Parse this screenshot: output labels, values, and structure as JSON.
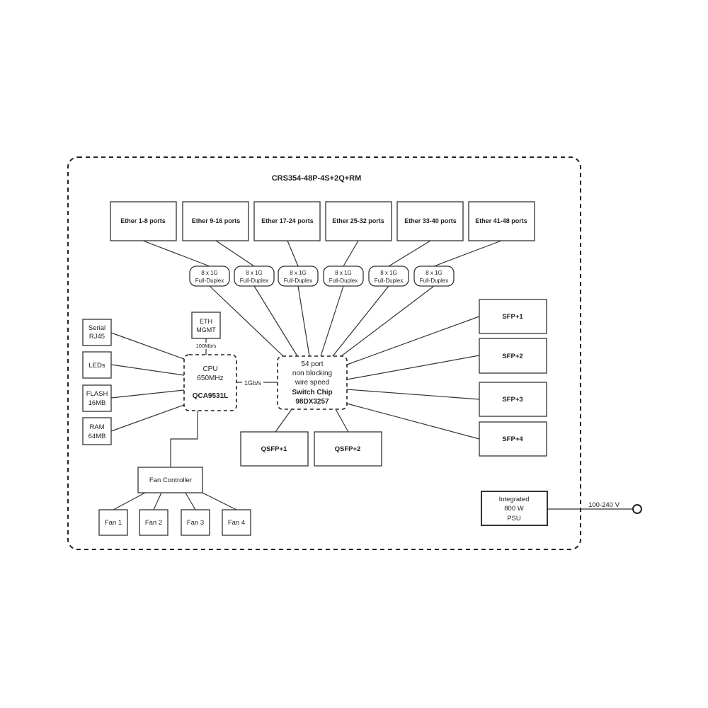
{
  "title": "CRS354-48P-4S+2Q+RM",
  "ether_ports": [
    "Ether 1-8 ports",
    "Ether 9-16 ports",
    "Ether 17-24 ports",
    "Ether 25-32 ports",
    "Ether 33-40 ports",
    "Ether 41-48 ports"
  ],
  "port_groups": {
    "line1": "8 x 1G",
    "line2": "Full-Duplex"
  },
  "switch_chip": {
    "line1": "54 port",
    "line2": "non blocking",
    "line3": "wire speed",
    "line4": "Switch Chip",
    "line5": "98DX3257"
  },
  "cpu": {
    "line1": "CPU",
    "line2": "650MHz",
    "line3": "QCA9531L"
  },
  "cpu_link": "1Gb/s",
  "eth_mgmt": {
    "line1": "ETH",
    "line2": "MGMT",
    "speed": "100Mb/s"
  },
  "peripherals": [
    {
      "line1": "Serial",
      "line2": "RJ45"
    },
    {
      "line1": "LEDs",
      "line2": ""
    },
    {
      "line1": "FLASH",
      "line2": "16MB"
    },
    {
      "line1": "RAM",
      "line2": "64MB"
    }
  ],
  "fan_controller": "Fan Controller",
  "fans": [
    "Fan 1",
    "Fan 2",
    "Fan 3",
    "Fan 4"
  ],
  "qsfp": [
    "QSFP+1",
    "QSFP+2"
  ],
  "sfp": [
    "SFP+1",
    "SFP+2",
    "SFP+3",
    "SFP+4"
  ],
  "psu": {
    "line1": "Integrated",
    "line2": "800 W",
    "line3": "PSU",
    "input": "100-240 V"
  }
}
